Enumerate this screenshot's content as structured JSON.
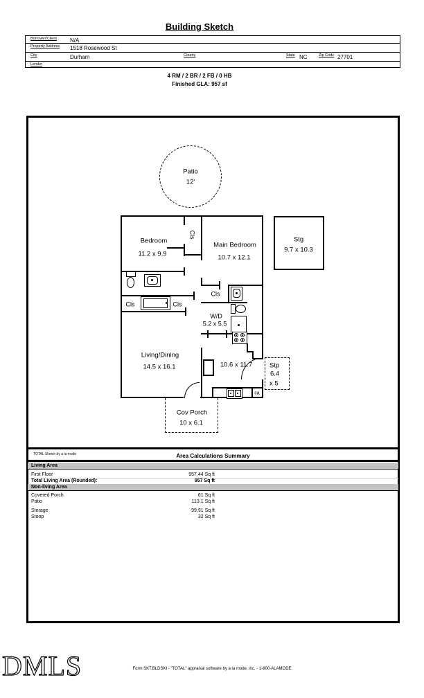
{
  "header": {
    "title": "Building Sketch",
    "rooms_line": "4 RM / 2 BR / 2 FB / 0 HB",
    "gla_line": "Finished GLA: 957 sf"
  },
  "form": {
    "borrower_label": "Borrower/Client",
    "borrower_value": "N/A",
    "address_label": "Property Address",
    "address_value": "1518 Rosewood St",
    "city_label": "City",
    "city_value": "Durham",
    "county_label": "County",
    "county_value": "",
    "state_label": "State",
    "state_value": "NC",
    "zip_label": "Zip Code",
    "zip_value": "27701",
    "lender_label": "Lender",
    "lender_value": ""
  },
  "sketch": {
    "patio_name": "Patio",
    "patio_dim": "12'",
    "bedroom_name": "Bedroom",
    "bedroom_dim": "11.2 x 9.9",
    "main_bedroom_name": "Main Bedroom",
    "main_bedroom_dim": "10.7 x 12.1",
    "storage_name": "Stg",
    "storage_dim": "9.7 x 10.3",
    "closet_between": "Cls",
    "closet_left": "Cls",
    "closet_right": "Cls",
    "closet_bath": "Cls",
    "wd_name": "W/D",
    "wd_dim": "5.2 x 5.5",
    "living_name": "Living/Dining",
    "living_dim": "14.5 x 16.1",
    "kitchen_dim": "10.6 x 11.7",
    "stoop_name": "Stp",
    "stoop_dim_a": "6.4",
    "stoop_dim_b": "x 5",
    "porch_name": "Cov Porch",
    "porch_dim": "10 x 6.1",
    "cabinet_label": "ca"
  },
  "area_summary": {
    "watermark": "TOTAL Sketch by a la mode",
    "title": "Area Calculations Summary",
    "living_header": "Living Area",
    "rows_living": [
      {
        "label": "First Floor",
        "value": "957.44 Sq ft"
      },
      {
        "label": "Total Living Area (Rounded):",
        "value": "957 Sq ft"
      }
    ],
    "nonliving_header": "Non-living Area",
    "rows_nonliving": [
      {
        "label": "Covered Porch",
        "value": "61 Sq ft"
      },
      {
        "label": "Patio",
        "value": "113.1 Sq ft"
      },
      {
        "label": "Storage",
        "value": "99.91 Sq ft"
      },
      {
        "label": "Stoop",
        "value": "32 Sq ft"
      }
    ]
  },
  "footer": {
    "text": "Form SKT.BLDSKI - \"TOTAL\" appraisal software by a la mode, inc. - 1-800-ALAMODE",
    "logo": "DMLS"
  }
}
